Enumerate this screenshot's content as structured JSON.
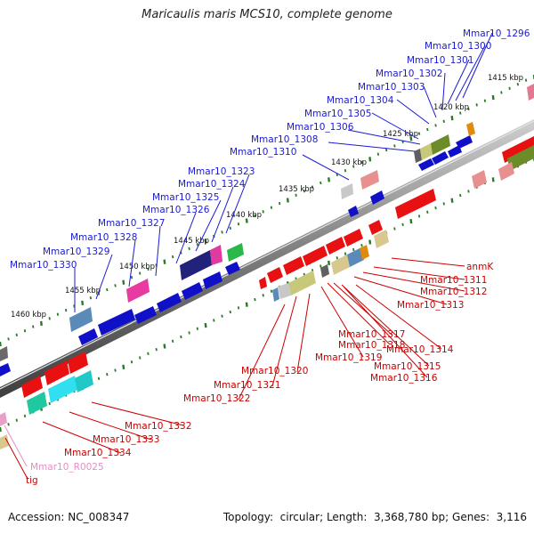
{
  "title": "Maricaulis maris MCS10, complete genome",
  "footer": {
    "accession_label": "Accession:",
    "accession": "NC_008347",
    "topology_label": "Topology:",
    "topology": "circular",
    "length_label": "Length:",
    "length": "3,368,780 bp",
    "genes_label": "Genes:",
    "genes": "3,116"
  },
  "colors": {
    "forward_label": "#1a1ad6",
    "reverse_label": "#cc0000",
    "rna_label": "#e88cc8",
    "tick": "#2a7a2a",
    "backbone": "#8a8a8a"
  },
  "ticks": [
    "1415 kbp",
    "1420 kbp",
    "1425 kbp",
    "1430 kbp",
    "1435 kbp",
    "1440 kbp",
    "1445 kbp",
    "1450 kbp",
    "1455 kbp",
    "1460 kbp"
  ],
  "forward_labels": [
    "Mmar10_1296",
    "Mmar10_1300",
    "Mmar10_1301",
    "Mmar10_1302",
    "Mmar10_1303",
    "Mmar10_1304",
    "Mmar10_1305",
    "Mmar10_1306",
    "Mmar10_1308",
    "Mmar10_1310",
    "Mmar10_1323",
    "Mmar10_1324",
    "Mmar10_1325",
    "Mmar10_1326",
    "Mmar10_1327",
    "Mmar10_1328",
    "Mmar10_1329",
    "Mmar10_1330"
  ],
  "reverse_labels": [
    "anmK",
    "Mmar10_1311",
    "Mmar10_1312",
    "Mmar10_1313",
    "Mmar10_1317",
    "Mmar10_1314",
    "Mmar10_1318",
    "Mmar10_1319",
    "Mmar10_1315",
    "Mmar10_1320",
    "Mmar10_1316",
    "Mmar10_1321",
    "Mmar10_1322",
    "Mmar10_1332",
    "Mmar10_1333",
    "Mmar10_1334"
  ],
  "other_labels": [
    "Mmar10_R0025",
    "tig"
  ]
}
